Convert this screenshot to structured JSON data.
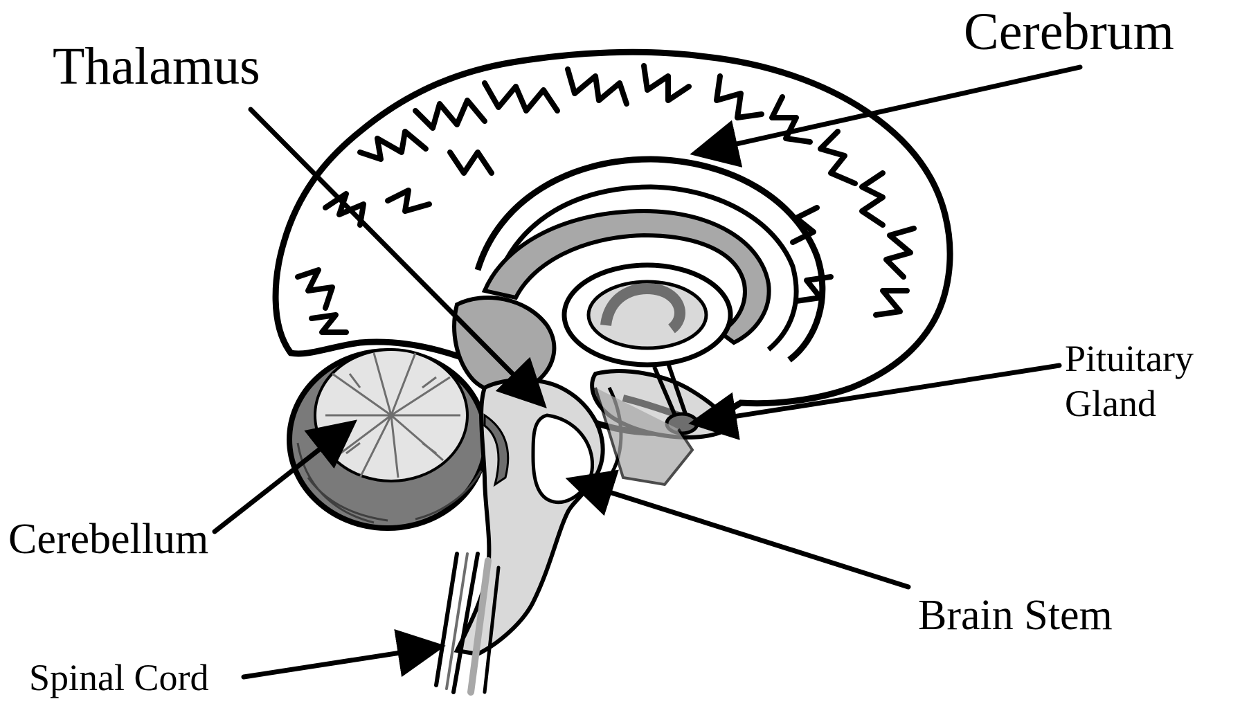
{
  "diagram": {
    "labels": {
      "thalamus": "Thalamus",
      "cerebrum": "Cerebrum",
      "pituitary_line1": "Pituitary",
      "pituitary_line2": "Gland",
      "cerebellum": "Cerebellum",
      "brain_stem": "Brain Stem",
      "spinal_cord": "Spinal Cord"
    },
    "colors": {
      "outline": "#000000",
      "cortex_fill": "#ffffff",
      "gray_light": "#d9d9d9",
      "gray_mid": "#a8a8a8",
      "gray_dark": "#6e6e6e",
      "cerebellum_fill": "#e4e4e4",
      "cerebellum_rim": "#7a7a7a"
    }
  }
}
